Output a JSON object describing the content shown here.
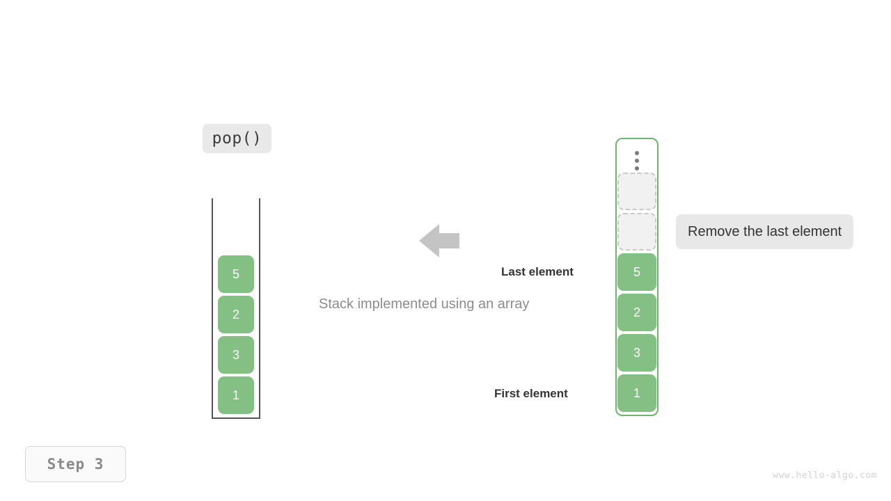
{
  "operation": {
    "label": "pop()"
  },
  "left_stack": {
    "name": "stack-container",
    "cells": [
      {
        "value": "5",
        "state": "filled"
      },
      {
        "value": "2",
        "state": "filled"
      },
      {
        "value": "3",
        "state": "filled"
      },
      {
        "value": "1",
        "state": "filled"
      }
    ]
  },
  "right_stack": {
    "name": "array-container",
    "ellipsis": "vertical-ellipsis",
    "cells": [
      {
        "value": "",
        "state": "empty"
      },
      {
        "value": "",
        "state": "empty"
      },
      {
        "value": "5",
        "state": "filled"
      },
      {
        "value": "2",
        "state": "filled"
      },
      {
        "value": "3",
        "state": "filled"
      },
      {
        "value": "1",
        "state": "filled"
      }
    ]
  },
  "annotations": {
    "last_element": "Last element",
    "first_element": "First element",
    "note": "Remove the last element",
    "subtitle": "Stack implemented using an array"
  },
  "arrow": {
    "name": "left-arrow-icon",
    "direction": "left"
  },
  "step": {
    "label": "Step 3"
  },
  "watermark": {
    "text": "www.hello-algo.com"
  },
  "colors": {
    "filled_cell": "#84bf84",
    "empty_cell_fill": "#f1f1f1",
    "empty_cell_border": "#c9c9c9",
    "array_border": "#6cb66c",
    "stack_wall": "#555555",
    "chip_bg": "#e9e9e9",
    "note_bg": "#e8e8e8",
    "arrow": "#c4c4c4",
    "subtitle_text": "#8c8c8c",
    "step_text": "#8a8a8a",
    "watermark_text": "#d2d2d2"
  }
}
